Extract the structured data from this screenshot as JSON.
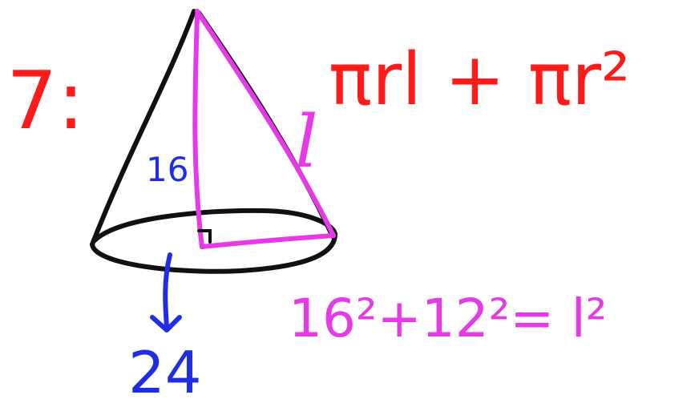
{
  "problem": {
    "number_label": "7:"
  },
  "formula": {
    "surface_area": "πrl + πr²"
  },
  "labels": {
    "height": "16",
    "slant": "l",
    "diameter": "24"
  },
  "equation": {
    "pythagorean": "16²+12²= l²"
  },
  "colors": {
    "outline": "#111111",
    "highlight": "#e63ae6",
    "measure": "#1f2ee6",
    "formula": "#ff1a1a"
  }
}
